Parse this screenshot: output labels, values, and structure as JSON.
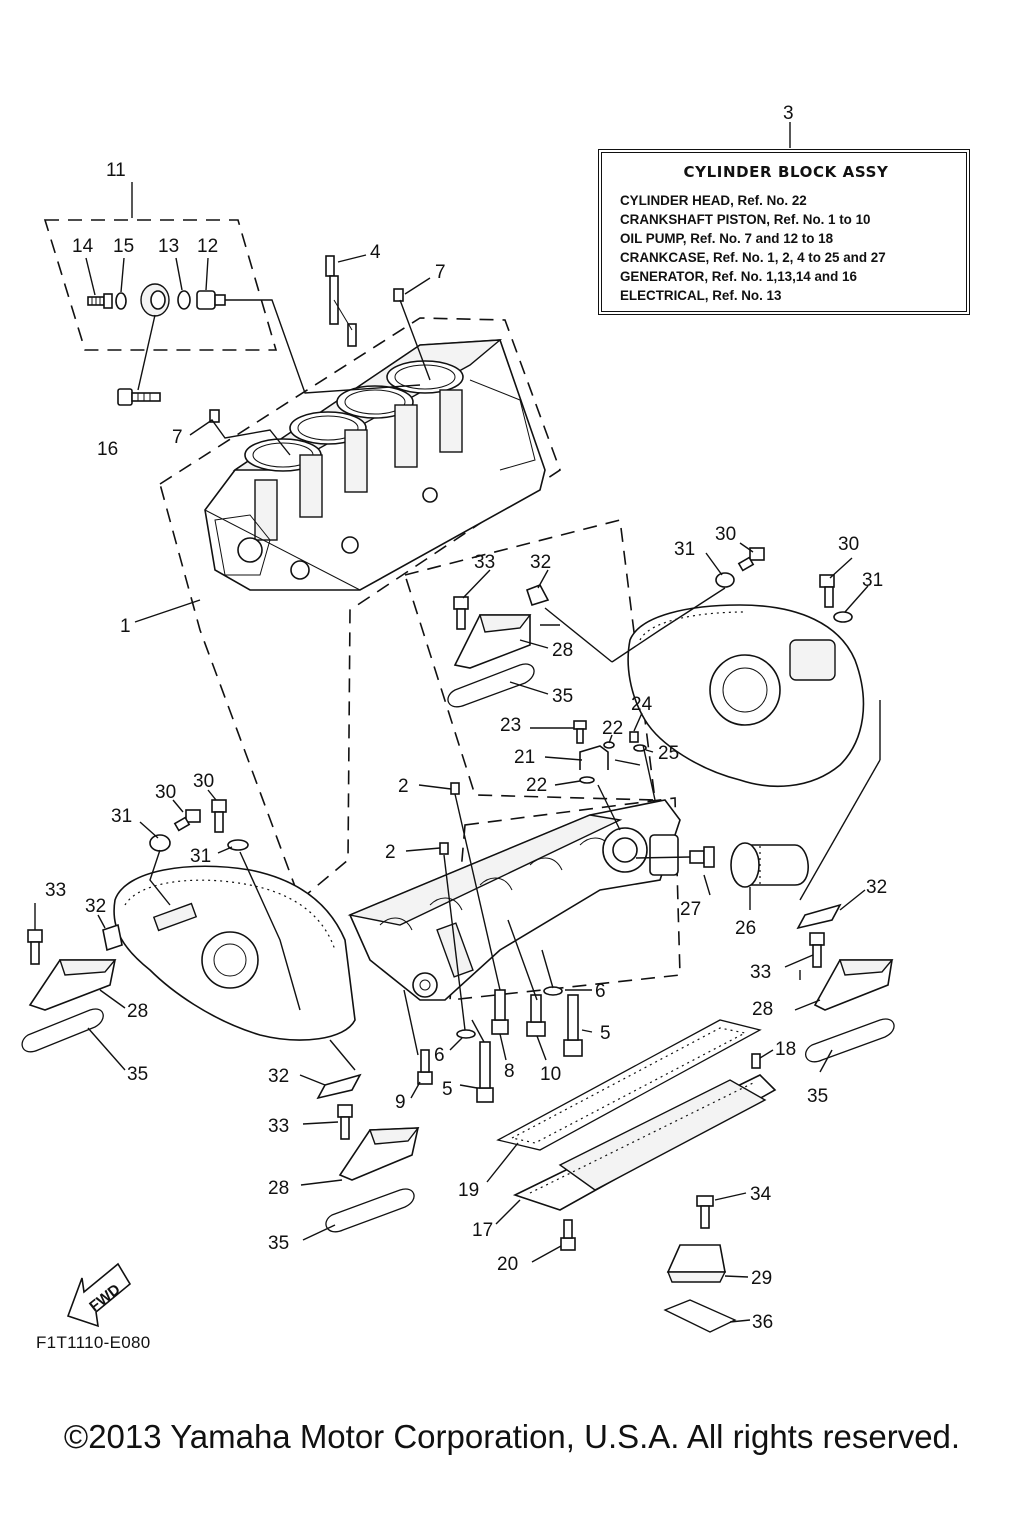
{
  "assy_box": {
    "number": "3",
    "title": "CYLINDER BLOCK ASSY",
    "lines": [
      "CYLINDER HEAD,   Ref. No. 22",
      "CRANKSHAFT PISTON,   Ref. No. 1 to 10",
      "OIL PUMP,   Ref. No. 7 and 12 to 18",
      "CRANKCASE,   Ref. No. 1, 2, 4 to 25 and 27",
      "GENERATOR,   Ref. No. 1,13,14 and 16",
      "ELECTRICAL,   Ref. No. 13"
    ]
  },
  "callouts": {
    "c1": "1",
    "c2a": "2",
    "c2b": "2",
    "c4": "4",
    "c5a": "5",
    "c5b": "5",
    "c6a": "6",
    "c6b": "6",
    "c7a": "7",
    "c7b": "7",
    "c8": "8",
    "c9": "9",
    "c10": "10",
    "c11": "11",
    "c12": "12",
    "c13": "13",
    "c14": "14",
    "c15": "15",
    "c16": "16",
    "c17": "17",
    "c18": "18",
    "c19": "19",
    "c20": "20",
    "c21": "21",
    "c22a": "22",
    "c22b": "22",
    "c23": "23",
    "c24": "24",
    "c25": "25",
    "c26": "26",
    "c27": "27",
    "c28a": "28",
    "c28b": "28",
    "c28c": "28",
    "c28d": "28",
    "c29": "29",
    "c30a": "30",
    "c30b": "30",
    "c30c": "30",
    "c30d": "30",
    "c31a": "31",
    "c31b": "31",
    "c31c": "31",
    "c31d": "31",
    "c32a": "32",
    "c32b": "32",
    "c32c": "32",
    "c32d": "32",
    "c33a": "33",
    "c33b": "33",
    "c33c": "33",
    "c33d": "33",
    "c34": "34",
    "c35a": "35",
    "c35b": "35",
    "c35c": "35",
    "c35d": "35",
    "c36": "36"
  },
  "fwd_label": "FWD",
  "drawing_code": "F1T1110-E080",
  "copyright": "©2013 Yamaha Motor Corporation, U.S.A. All rights reserved."
}
